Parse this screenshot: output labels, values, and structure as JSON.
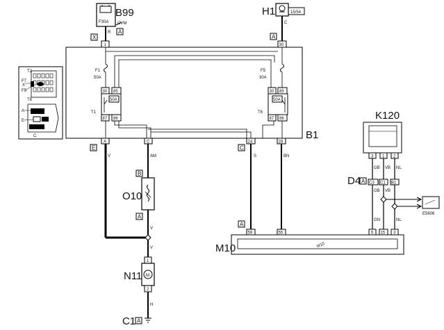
{
  "components": {
    "b99": "B99",
    "h1": "H1",
    "b1": "B1",
    "k120": "K120",
    "d4": "D4",
    "o10": "O10",
    "m10": "M10",
    "n11": "N11",
    "c1": "C1",
    "e5": "E5606"
  },
  "fuse_labels": {
    "b99_fuse": "F30A",
    "b99_cvm": "CVM",
    "h1_fuse": "15/54"
  },
  "badges": {
    "b99_x": "X",
    "b99_a": "A",
    "h1_a": "A",
    "b1_e": "E",
    "b1_c": "C",
    "o10_b": "B",
    "o10_a": "A",
    "m10_a": "A",
    "d4_a": "A",
    "c1_a": "A"
  },
  "pins": {
    "b1_1": "1",
    "b1_30": "30",
    "r1_30": "30",
    "r1_85": "85",
    "r1_87": "87",
    "r1_86": "86",
    "r2_30": "30",
    "r2_85": "85",
    "r2_87": "87",
    "r2_86": "86",
    "b1_a": "A",
    "b1_c": "C",
    "b1_24": "24",
    "b1_28": "28",
    "k_3": "3",
    "k_1": "1",
    "k_2": "2",
    "d_c3": "C3",
    "d_c1": "C1",
    "d_b1": "B1",
    "m_59": "59",
    "m_55": "55",
    "m_5": "5",
    "m_15": "15",
    "m_3": "3",
    "n_1": "1",
    "n_2": "2"
  },
  "relays": {
    "f1": "F1",
    "f1_amp": "50A",
    "t1": "T1",
    "r1_box": "50A",
    "f2": "F5",
    "f2_amp": "30A",
    "t2": "T6",
    "r2_box": "50A"
  },
  "wires": {
    "r": "R",
    "c": "C",
    "v1": "V",
    "am": "AM",
    "v2": "V",
    "v3": "V",
    "h": "H",
    "s": "S",
    "bn": "BN",
    "gb1": "GB",
    "vb1": "VB",
    "nl1": "NL",
    "gb2": "GB",
    "vb2": "VB",
    "gn": "GN",
    "nl2": "NL"
  },
  "inset": {
    "t2": "T2",
    "f7": "F7",
    "f5": "F5",
    "t6": "T6",
    "a": "A",
    "e": "E",
    "c": "C",
    "x": "X"
  },
  "m10_strip_text": "M10"
}
